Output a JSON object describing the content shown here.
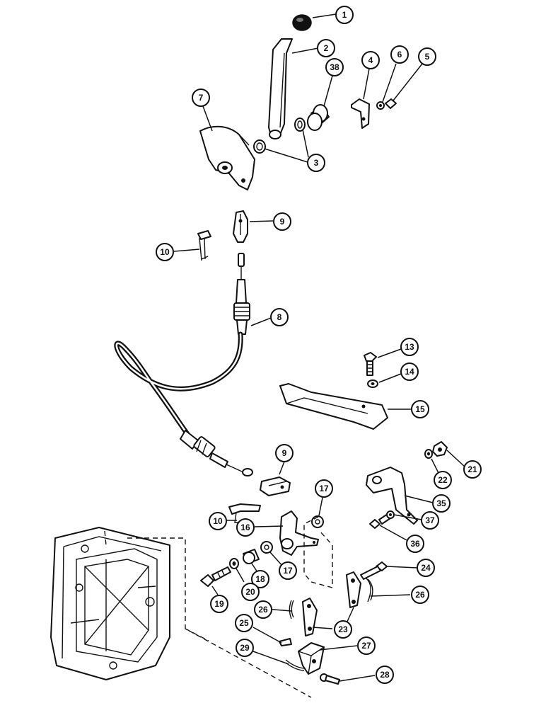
{
  "callouts": [
    {
      "label": "1"
    },
    {
      "label": "2"
    },
    {
      "label": "38"
    },
    {
      "label": "4"
    },
    {
      "label": "6"
    },
    {
      "label": "5"
    },
    {
      "label": "7"
    },
    {
      "label": "3"
    },
    {
      "label": "9"
    },
    {
      "label": "10"
    },
    {
      "label": "8"
    },
    {
      "label": "13"
    },
    {
      "label": "14"
    },
    {
      "label": "15"
    },
    {
      "label": "9"
    },
    {
      "label": "21"
    },
    {
      "label": "22"
    },
    {
      "label": "35"
    },
    {
      "label": "17"
    },
    {
      "label": "10"
    },
    {
      "label": "16"
    },
    {
      "label": "37"
    },
    {
      "label": "36"
    },
    {
      "label": "17"
    },
    {
      "label": "18"
    },
    {
      "label": "20"
    },
    {
      "label": "19"
    },
    {
      "label": "24"
    },
    {
      "label": "26"
    },
    {
      "label": "26"
    },
    {
      "label": "23"
    },
    {
      "label": "25"
    },
    {
      "label": "27"
    },
    {
      "label": "29"
    },
    {
      "label": "28"
    }
  ]
}
